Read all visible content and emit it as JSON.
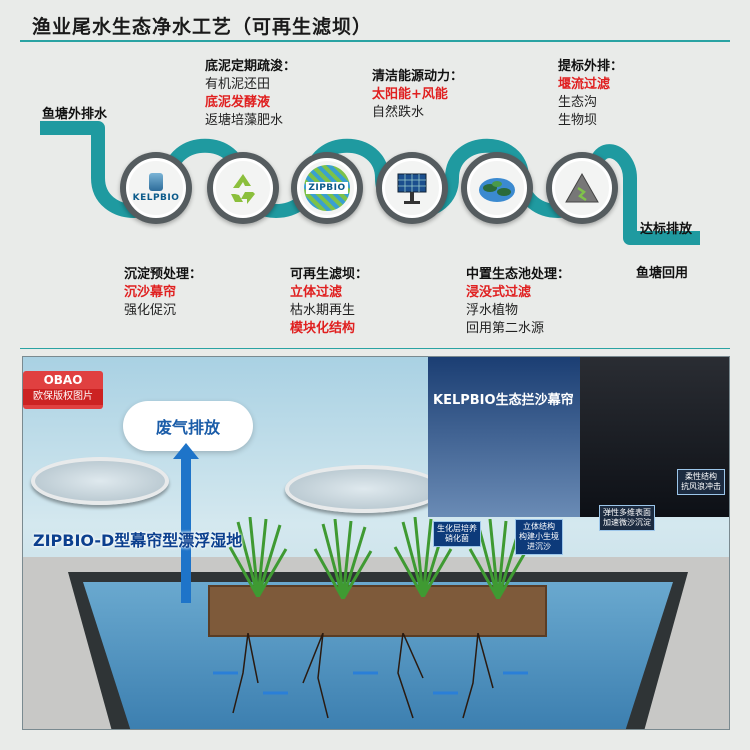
{
  "title": "渔业尾水生态净水工艺（可再生滤坝）",
  "pipe": {
    "start_label": "鱼塘外排水",
    "end_label": "达标排放",
    "reuse_label": "鱼塘回用",
    "pipe_color": "#1f9aa0",
    "icons": [
      {
        "name": "kelpbio-icon",
        "text": "KELPBIO"
      },
      {
        "name": "recycle-icon",
        "text": ""
      },
      {
        "name": "zipbio-icon",
        "text": "ZIPBIO"
      },
      {
        "name": "solar-panel-icon",
        "text": ""
      },
      {
        "name": "lily-pad-icon",
        "text": ""
      },
      {
        "name": "mountain-icon",
        "text": ""
      }
    ]
  },
  "upper_labels": [
    {
      "head": "底泥定期疏浚：",
      "lines": [
        {
          "text": "有机泥还田",
          "red": false
        },
        {
          "text": "底泥发酵液",
          "red": true
        },
        {
          "text": "返塘培藻肥水",
          "red": false
        }
      ]
    },
    {
      "head": "清洁能源动力：",
      "lines": [
        {
          "text": "太阳能+风能",
          "red": true
        },
        {
          "text": "自然跌水",
          "red": false
        }
      ]
    },
    {
      "head": "提标外排：",
      "lines": [
        {
          "text": "堰流过滤",
          "red": true
        },
        {
          "text": "生态沟",
          "red": false
        },
        {
          "text": "生物坝",
          "red": false
        }
      ]
    }
  ],
  "lower_labels": [
    {
      "head": "沉淀预处理：",
      "lines": [
        {
          "text": "沉沙幕帘",
          "red": true
        },
        {
          "text": "强化促沉",
          "red": false
        }
      ]
    },
    {
      "head": "可再生滤坝：",
      "lines": [
        {
          "text": "立体过滤",
          "red": true
        },
        {
          "text": "枯水期再生",
          "red": false
        },
        {
          "text": "模块化结构",
          "red": true
        }
      ]
    },
    {
      "head": "中置生态池处理：",
      "lines": [
        {
          "text": "浸没式过滤",
          "red": true
        },
        {
          "text": "浮水植物",
          "red": false
        },
        {
          "text": "回用第二水源",
          "red": false
        }
      ]
    }
  ],
  "scene": {
    "badge_top": "OBAO",
    "badge_bottom": "欧保版权图片",
    "cloud_label": "废气排放",
    "wetland_title": "ZIPBIO-D型幕帘型漂浮湿地",
    "panel1_title": "KELPBIO生态拦沙幕帘",
    "tag1": "生化层培养\n硝化菌",
    "tag2": "立体结构\n构建小生境\n进沉沙",
    "tag3": "柔性结构\n抗风浪冲击",
    "tag4": "弹性多维表面\n加速微沙沉淀"
  }
}
